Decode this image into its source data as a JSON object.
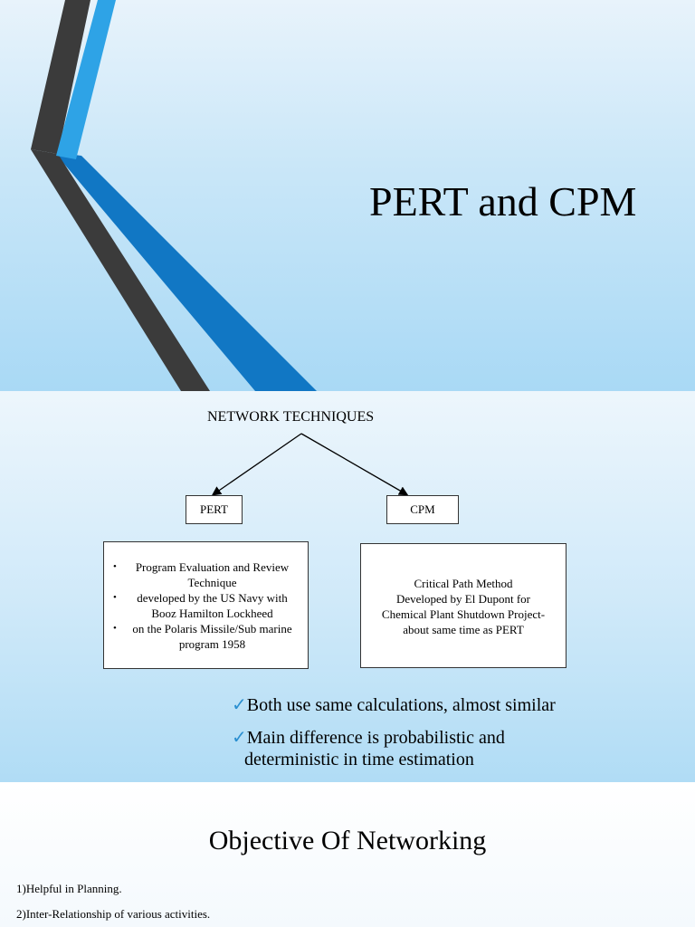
{
  "slide1": {
    "title": "PERT and CPM",
    "colors": {
      "dark_stripe": "#3c3c3c",
      "blue_stripe": "#2a9be0",
      "deep_blue": "#1177c4"
    }
  },
  "slide2": {
    "heading": "NETWORK TECHNIQUES",
    "pert_label": "PERT",
    "cpm_label": "CPM",
    "pert_bullets": [
      "Program Evaluation and Review Technique",
      "developed by the US Navy with Booz Hamilton Lockheed",
      "on the Polaris Missile/Sub marine program 1958"
    ],
    "cpm_lines": [
      "Critical Path Method",
      "Developed by El Dupont for",
      "Chemical Plant Shutdown Project-",
      "about same time as PERT"
    ],
    "check_points": [
      "Both use same calculations, almost similar",
      "Main difference is probabilistic and"
    ],
    "check_continuation": "deterministic in time estimation",
    "check_icon": "checkmark-icon"
  },
  "slide3": {
    "title": "Objective Of Networking",
    "items": [
      "1)Helpful in Planning.",
      "2)Inter-Relationship of various activities."
    ]
  }
}
